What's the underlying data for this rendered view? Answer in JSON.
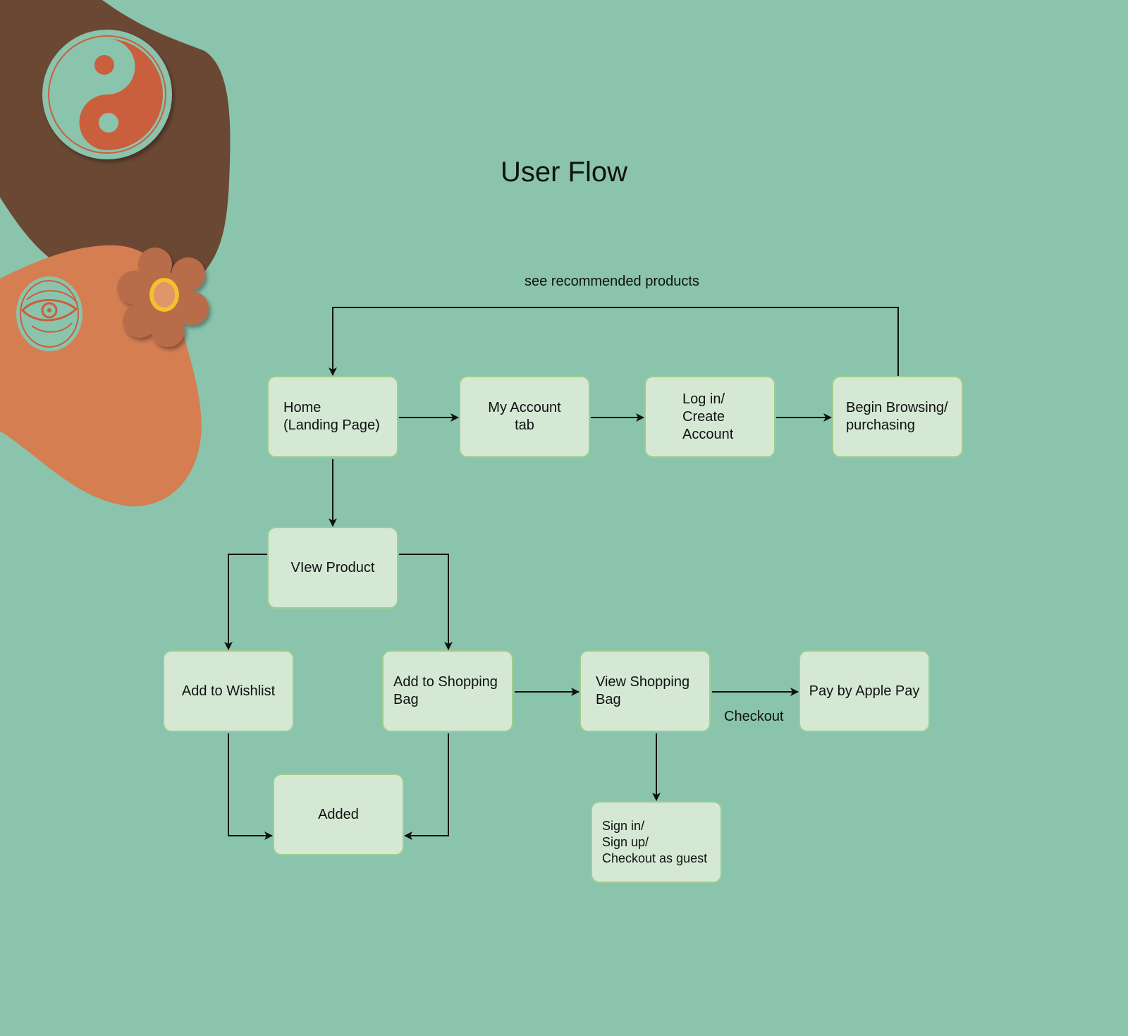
{
  "page": {
    "title": "User Flow",
    "background": "#8ac4ad"
  },
  "decorations": {
    "shapes": [
      "brown-blob",
      "orange-blob"
    ],
    "icons": [
      "yin-yang-icon",
      "eye-icon",
      "flower-icon"
    ],
    "colors": {
      "brown": "#6b4834",
      "orange": "#d57e52",
      "rust": "#c95f3c",
      "flower": "#b86c4a",
      "flower_ring": "#f2c12e"
    }
  },
  "nodes": {
    "home": "Home\n(Landing Page)",
    "my_account": "My Account\ntab",
    "login": "Log in/\nCreate\nAccount",
    "browse": "Begin Browsing/\npurchasing",
    "view_product": "VIew Product",
    "wishlist": "Add to Wishlist",
    "add_bag": "Add to Shopping\nBag",
    "view_bag": "View Shopping\nBag",
    "apple_pay": "Pay by Apple Pay",
    "added": "Added",
    "sign_in": "Sign in/\nSign up/\nCheckout as guest"
  },
  "edge_labels": {
    "recommended": "see recommended products",
    "checkout": "Checkout"
  },
  "style": {
    "node_fill": "#d5e8d4",
    "node_stroke": "#9fcc8f",
    "edge_color": "#111111"
  }
}
